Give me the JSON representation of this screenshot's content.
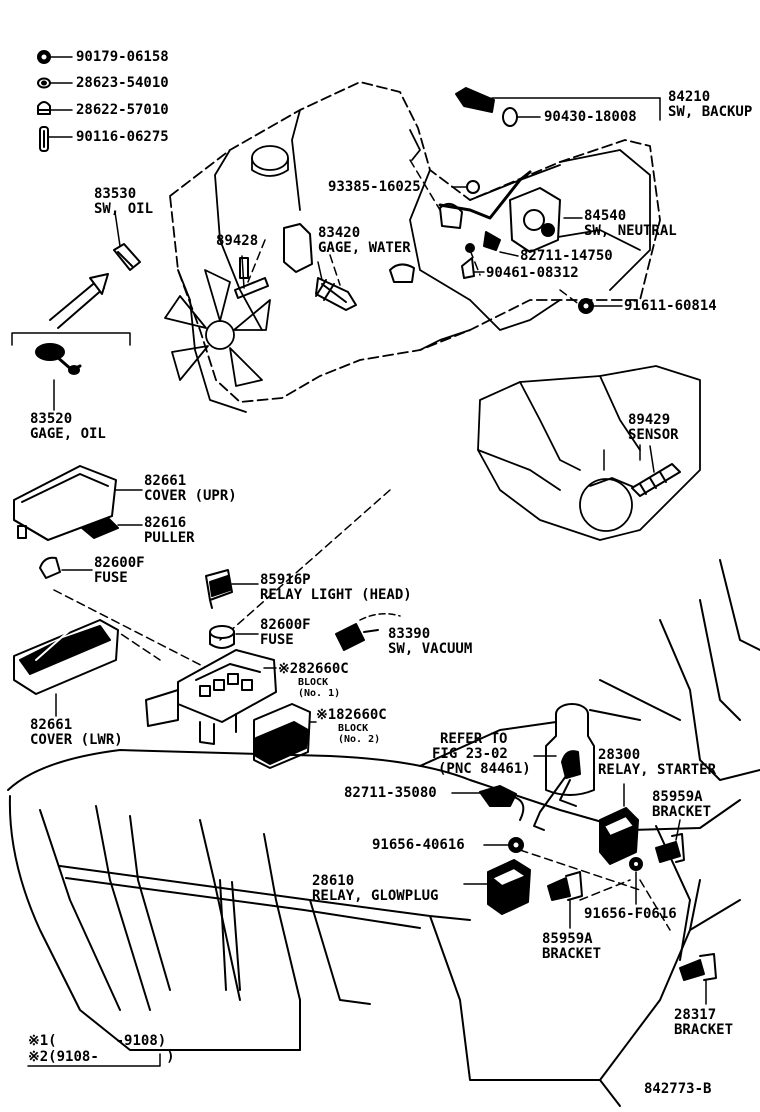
{
  "parts": [
    {
      "id": "p90179",
      "number": "90179-06158"
    },
    {
      "id": "p28623",
      "number": "28623-54010"
    },
    {
      "id": "p28622",
      "number": "28622-57010"
    },
    {
      "id": "p90116",
      "number": "90116-06275"
    },
    {
      "id": "p84210",
      "number": "84210",
      "name": "SW, BACKUP"
    },
    {
      "id": "p90430",
      "number": "90430-18008"
    },
    {
      "id": "p93385",
      "number": "93385-16025"
    },
    {
      "id": "p84540",
      "number": "84540",
      "name": "SW, NEUTRAL"
    },
    {
      "id": "p82711a",
      "number": "82711-14750"
    },
    {
      "id": "p90461",
      "number": "90461-08312"
    },
    {
      "id": "p91611",
      "number": "91611-60814"
    },
    {
      "id": "p83530",
      "number": "83530",
      "name": "SW, OIL"
    },
    {
      "id": "p89428",
      "number": "89428"
    },
    {
      "id": "p83420",
      "number": "83420",
      "name": "GAGE, WATER"
    },
    {
      "id": "p83520",
      "number": "83520",
      "name": "GAGE, OIL"
    },
    {
      "id": "p89429",
      "number": "89429",
      "name": "SENSOR"
    },
    {
      "id": "p82661u",
      "number": "82661",
      "name": "COVER (UPR)"
    },
    {
      "id": "p82616",
      "number": "82616",
      "name": "PULLER"
    },
    {
      "id": "p82600a",
      "number": "82600F",
      "name": "FUSE"
    },
    {
      "id": "p85916",
      "number": "85916P",
      "name": "RELAY LIGHT (HEAD)"
    },
    {
      "id": "p82600b",
      "number": "82600F",
      "name": "FUSE"
    },
    {
      "id": "p83390",
      "number": "83390",
      "name": "SW, VACUUM"
    },
    {
      "id": "p82660a",
      "number": "※282660C",
      "name": "BLOCK",
      "sub": "(No. 1)"
    },
    {
      "id": "p82660b",
      "number": "※182660C",
      "name": "BLOCK",
      "sub": "(No. 2)"
    },
    {
      "id": "p82661l",
      "number": "82661",
      "name": "COVER (LWR)"
    },
    {
      "id": "pref",
      "number": "REFER TO",
      "name": "FIG 23-02",
      "sub": "(PNC 84461)"
    },
    {
      "id": "p28300",
      "number": "28300",
      "name": "RELAY, STARTER"
    },
    {
      "id": "p82711b",
      "number": "82711-35080"
    },
    {
      "id": "p85959a",
      "number": "85959A",
      "name": "BRACKET"
    },
    {
      "id": "p91656a",
      "number": "91656-40616"
    },
    {
      "id": "p28610",
      "number": "28610",
      "name": "RELAY, GLOWPLUG"
    },
    {
      "id": "p91656b",
      "number": "91656-F0616"
    },
    {
      "id": "p85959b",
      "number": "85959A",
      "name": "BRACKET"
    },
    {
      "id": "p28317",
      "number": "28317",
      "name": "BRACKET"
    }
  ],
  "footnotes": [
    {
      "mark": "※1",
      "text": "(       -9108)"
    },
    {
      "mark": "※2",
      "text": "(9108-        )"
    }
  ],
  "diagram_id": "842773-B"
}
